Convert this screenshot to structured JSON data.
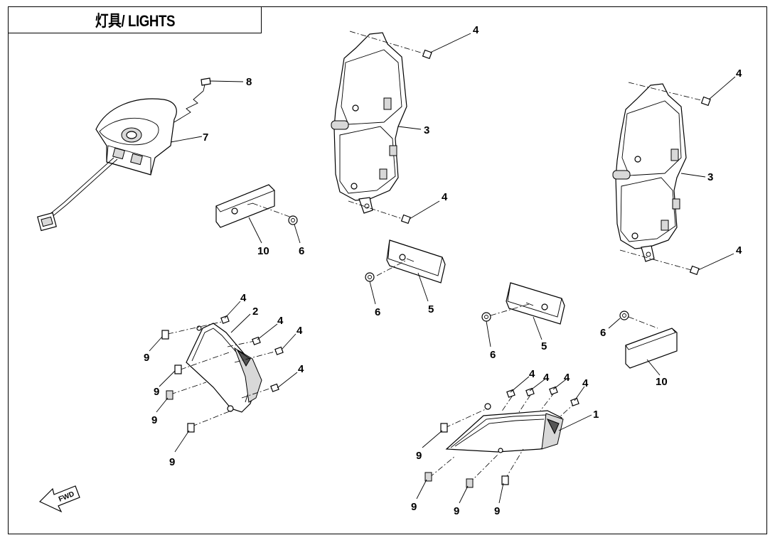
{
  "title": "灯具/ LIGHTS",
  "fwd_label": "FWD",
  "callouts": {
    "c1": "1",
    "c2": "2",
    "c3a": "3",
    "c3b": "3",
    "c4a": "4",
    "c4b": "4",
    "c4c": "4",
    "c4d": "4",
    "c4e": "4",
    "c4f": "4",
    "c4g": "4",
    "c4h": "4",
    "c4i": "4",
    "c4j": "4",
    "c4k": "4",
    "c4l": "4",
    "c5a": "5",
    "c5b": "5",
    "c6a": "6",
    "c6b": "6",
    "c6c": "6",
    "c6d": "6",
    "c7": "7",
    "c8": "8",
    "c9a": "9",
    "c9b": "9",
    "c9c": "9",
    "c9d": "9",
    "c9e": "9",
    "c9f": "9",
    "c9g": "9",
    "c10a": "10",
    "c10b": "10"
  }
}
